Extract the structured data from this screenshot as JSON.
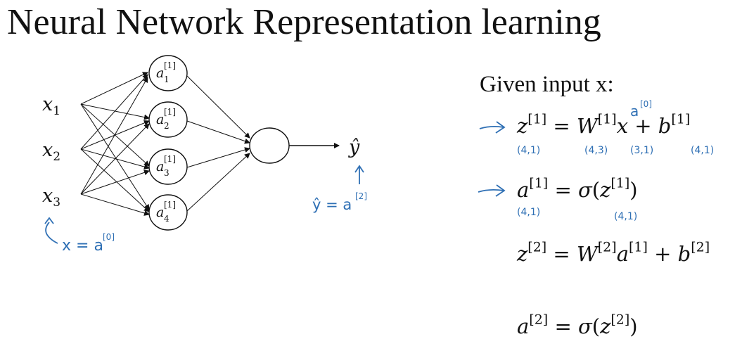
{
  "title": "Neural Network Representation learning",
  "diagram": {
    "inputs": [
      "x",
      "x",
      "x"
    ],
    "input_subscripts": [
      "1",
      "2",
      "3"
    ],
    "hidden": [
      {
        "base": "a",
        "sup": "[1]",
        "sub": "1"
      },
      {
        "base": "a",
        "sup": "[1]",
        "sub": "2"
      },
      {
        "base": "a",
        "sup": "[1]",
        "sub": "3"
      },
      {
        "base": "a",
        "sup": "[1]",
        "sub": "4"
      }
    ],
    "output": {
      "base": "ŷ"
    }
  },
  "equations": {
    "given": "Given input x:",
    "eq1": {
      "lhs": "z",
      "lhs_sup": "[1]",
      "w": "W",
      "w_sup": "[1]",
      "x": "x",
      "b": "b",
      "b_sup": "[1]"
    },
    "eq2": {
      "lhs": "a",
      "lhs_sup": "[1]",
      "func": "σ",
      "arg": "z",
      "arg_sup": "[1]"
    },
    "eq3": {
      "lhs": "z",
      "lhs_sup": "[2]",
      "w": "W",
      "w_sup": "[2]",
      "a": "a",
      "a_sup": "[1]",
      "b": "b",
      "b_sup": "[2]"
    },
    "eq4": {
      "lhs": "a",
      "lhs_sup": "[2]",
      "func": "σ",
      "arg": "z",
      "arg_sup": "[2]"
    }
  },
  "handwritten": {
    "x_note": "x = a",
    "x_note_sup": "[0]",
    "y_note": "ŷ = a",
    "y_note_sup": "[2]",
    "x_overwrite": "a",
    "x_overwrite_sup": "[0]",
    "dim_z1": "(4,1)",
    "dim_w1": "(4,3)",
    "dim_x": "(3,1)",
    "dim_b1": "(4,1)",
    "dim_a1": "(4,1)",
    "dim_z1_arg": "(4,1)",
    "ink_color": "#2e6fb4"
  }
}
